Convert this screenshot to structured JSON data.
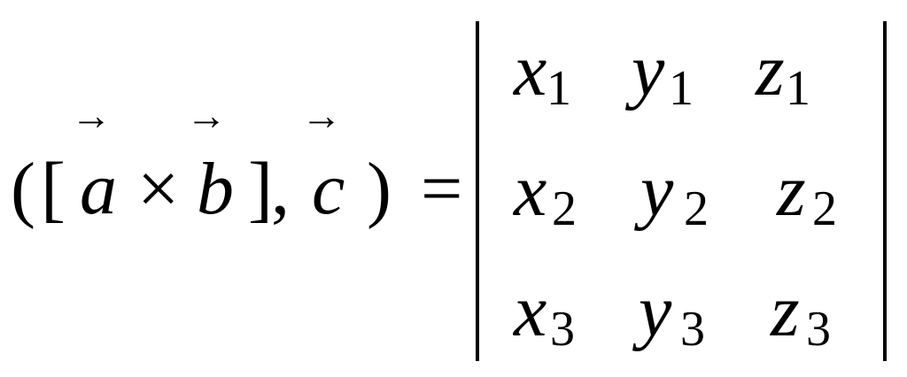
{
  "formula": {
    "lhs": {
      "open_paren": "(",
      "open_bracket": "[",
      "vector_a": "a",
      "cross": "×",
      "vector_b": "b",
      "close_bracket": "]",
      "comma": ",",
      "vector_c": "c",
      "close_paren": ")",
      "arrow": "→"
    },
    "equals": "=",
    "matrix": {
      "rows": [
        [
          {
            "var": "x",
            "sub": "1"
          },
          {
            "var": "y",
            "sub": "1"
          },
          {
            "var": "z",
            "sub": "1"
          }
        ],
        [
          {
            "var": "x",
            "sub": "2"
          },
          {
            "var": "y",
            "sub": "2"
          },
          {
            "var": "z",
            "sub": "2"
          }
        ],
        [
          {
            "var": "x",
            "sub": "3"
          },
          {
            "var": "y",
            "sub": "3"
          },
          {
            "var": "z",
            "sub": "3"
          }
        ]
      ]
    }
  }
}
